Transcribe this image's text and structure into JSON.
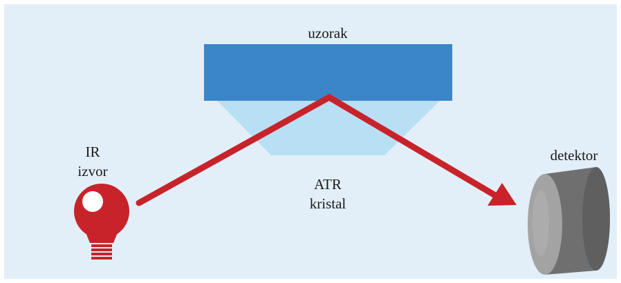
{
  "labels": {
    "sample": "uzorak",
    "crystal_line1": "ATR",
    "crystal_line2": "kristal",
    "source_line1": "IR",
    "source_line2": "izvor",
    "detector": "detektor"
  },
  "colors": {
    "background": "#e3eff8",
    "sample": "#3a86c8",
    "crystal": "#b9dff5",
    "beam": "#c8232a",
    "bulb": "#c8232a",
    "detector_face": "#9a9a9a",
    "detector_side": "#6f6f6f"
  },
  "icons": {
    "source": "light-bulb-icon",
    "detector": "detector-cylinder-icon"
  }
}
